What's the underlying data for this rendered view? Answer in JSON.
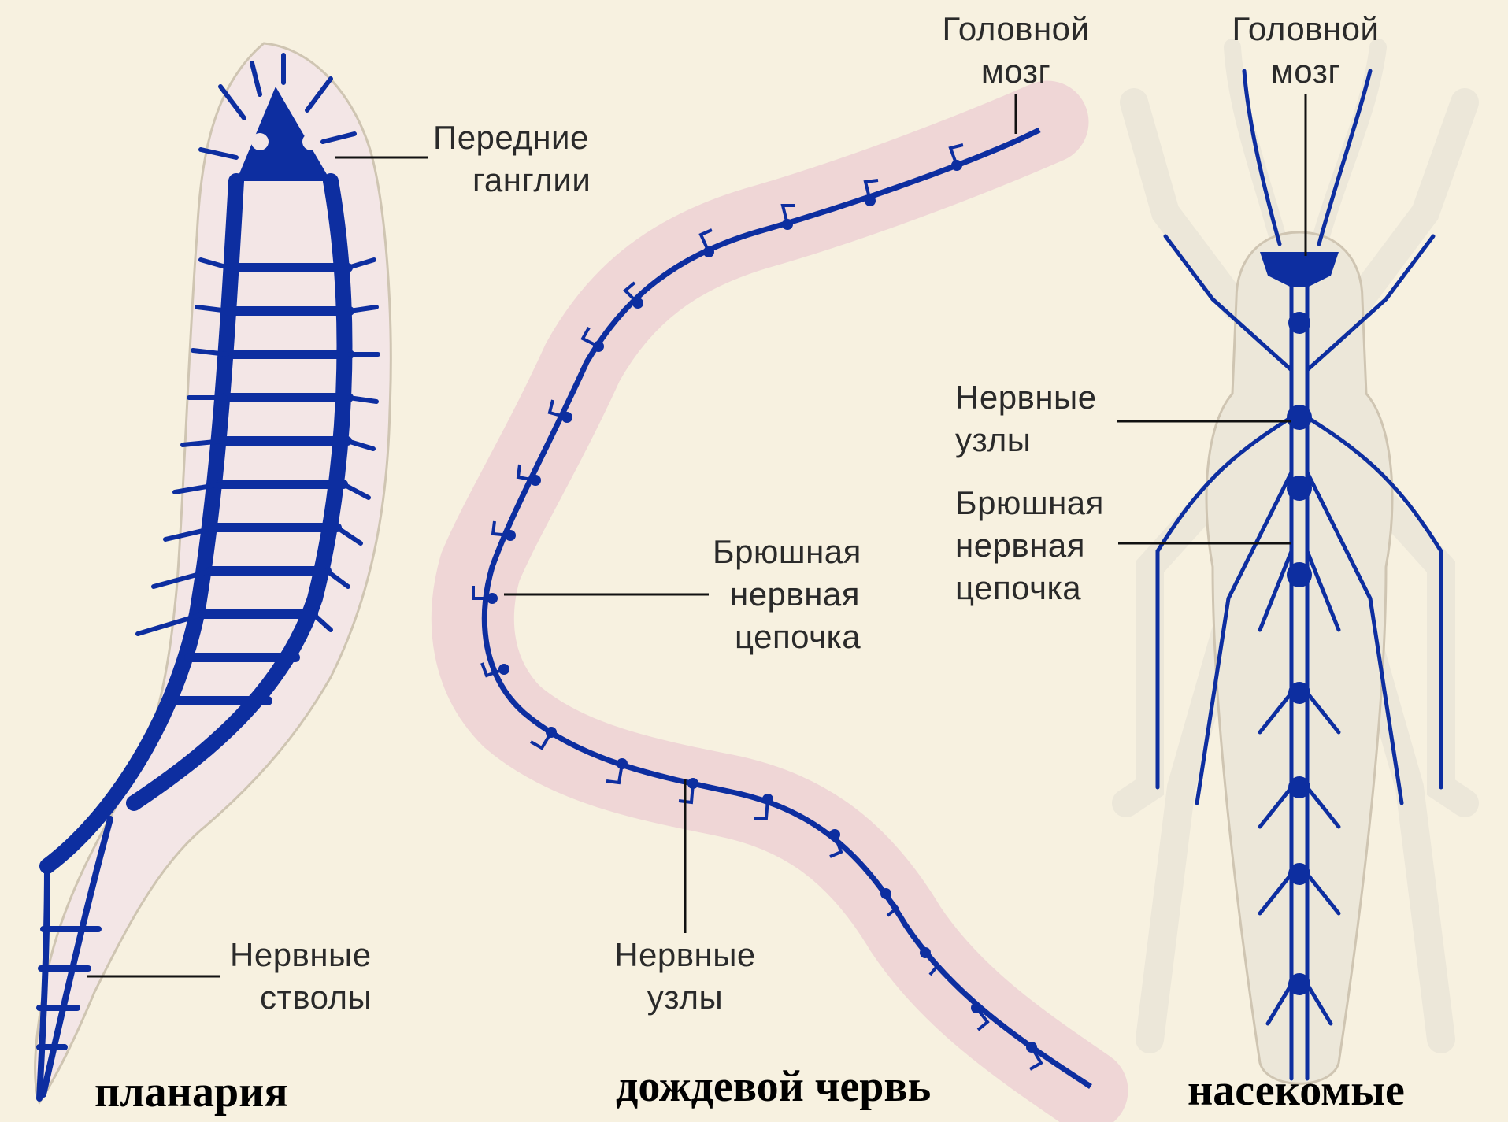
{
  "colors": {
    "background": "#f7f1e0",
    "nerve": "#0d2ea0",
    "body_planaria": "#f3e6e6",
    "body_worm": "#f0dada",
    "body_insect": "#ece7d9",
    "outline": "#cfc5b2",
    "leader": "#111111"
  },
  "planaria": {
    "label_anterior_ganglia": [
      "Передние",
      "ганглии"
    ],
    "label_nerve_trunks": [
      "Нервные",
      "стволы"
    ],
    "caption": "планария"
  },
  "earthworm": {
    "label_brain": [
      "Головной",
      "мозг"
    ],
    "label_ventral_chain": [
      "Брюшная",
      "нервная",
      "цепочка"
    ],
    "label_ganglia": [
      "Нервные",
      "узлы"
    ],
    "caption": "дождевой червь"
  },
  "insect": {
    "label_brain": [
      "Головной",
      "мозг"
    ],
    "label_ganglia": [
      "Нервные",
      "узлы"
    ],
    "label_ventral_chain": [
      "Брюшная",
      "нервная",
      "цепочка"
    ],
    "caption": "насекомые"
  }
}
